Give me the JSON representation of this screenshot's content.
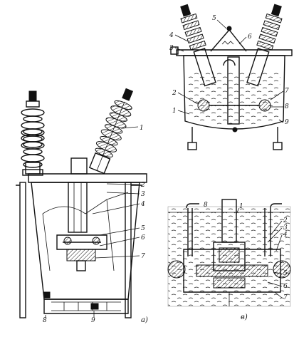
{
  "panels": {
    "a": {
      "caption": "а)",
      "labels": {
        "l1": "1",
        "l2": "2",
        "l3": "3",
        "l4": "4",
        "l5": "5",
        "l6": "6",
        "l7": "7",
        "l8": "8",
        "l9": "9"
      }
    },
    "b": {
      "caption": "",
      "labels": {
        "l1": "1",
        "l2": "2",
        "l3": "3",
        "l4": "4",
        "l5": "5",
        "l6": "6",
        "l7": "7",
        "l8": "8",
        "l9": "9"
      }
    },
    "c": {
      "caption": "в)",
      "labels": {
        "l1": "1",
        "l2": "2",
        "l3": "3",
        "l4": "4",
        "l5": "5",
        "l6": "6",
        "l7": "7",
        "l8": "8"
      }
    }
  }
}
